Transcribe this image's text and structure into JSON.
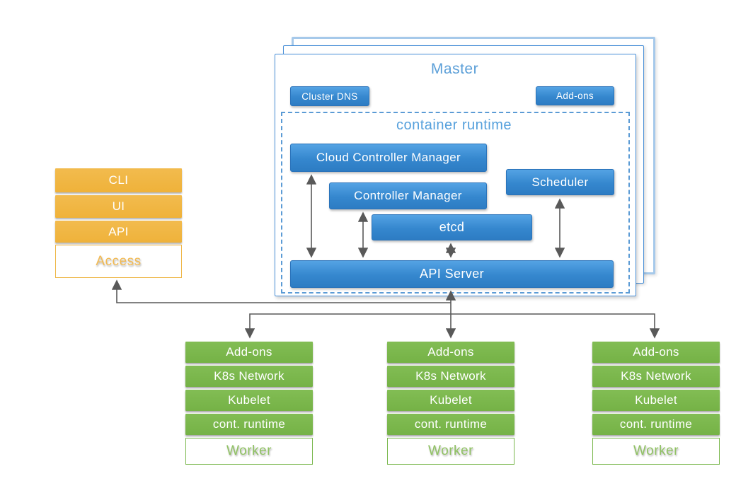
{
  "access_stack": {
    "items": [
      "CLI",
      "UI",
      "API"
    ],
    "base_label": "Access"
  },
  "master": {
    "title": "Master",
    "cluster_dns_label": "Cluster DNS",
    "addons_label": "Add-ons",
    "container_runtime_title": "container runtime",
    "components": {
      "cloud_controller_manager": "Cloud Controller Manager",
      "controller_manager": "Controller Manager",
      "scheduler": "Scheduler",
      "etcd": "etcd",
      "api_server": "API Server"
    }
  },
  "worker_stack": {
    "rows": [
      "Add-ons",
      "K8s Network",
      "Kubelet",
      "cont. runtime"
    ],
    "base_label": "Worker"
  },
  "colors": {
    "node_blue": "#3587ce",
    "border_blue": "#4a90d8",
    "title_blue": "#5b9fd8",
    "orange": "#efb23a",
    "green": "#7ab84d",
    "arrow_gray": "#595959"
  }
}
